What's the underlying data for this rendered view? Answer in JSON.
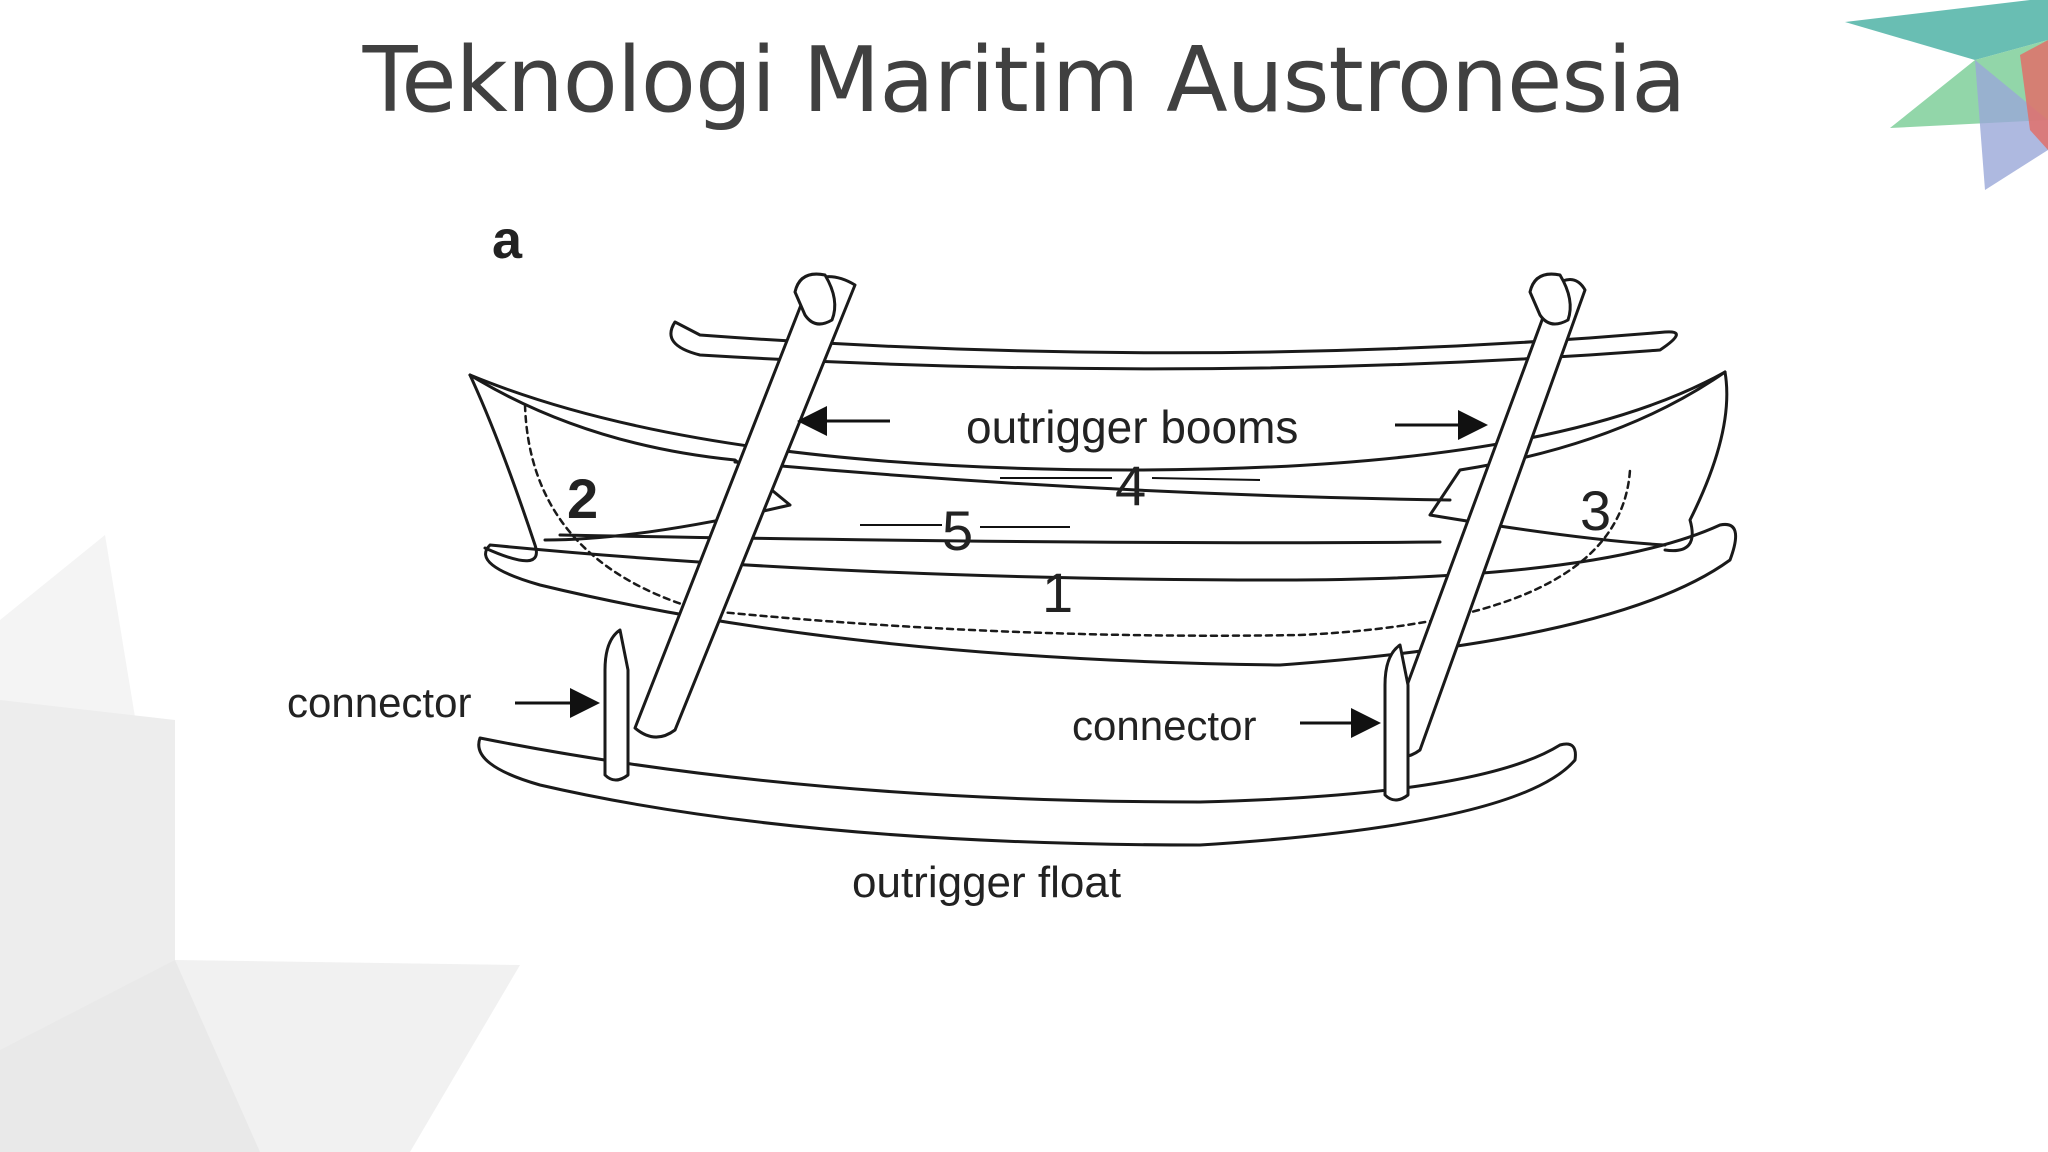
{
  "slide": {
    "title": "Teknologi Maritim Austronesia"
  },
  "diagram": {
    "panel_letter": "a",
    "labels": {
      "outrigger_booms": "outrigger booms",
      "connector_left": "connector",
      "connector_right": "connector",
      "outrigger_float": "outrigger float",
      "part_1": "1",
      "part_2": "2",
      "part_3": "3",
      "part_4": "4",
      "part_5": "5"
    }
  },
  "decoration": {
    "colors": {
      "teal": "#4fb3a6",
      "green": "#7fcf9a",
      "red": "#e0706a",
      "blue": "#9aa8d8",
      "grey": "#f2f2f2"
    }
  }
}
